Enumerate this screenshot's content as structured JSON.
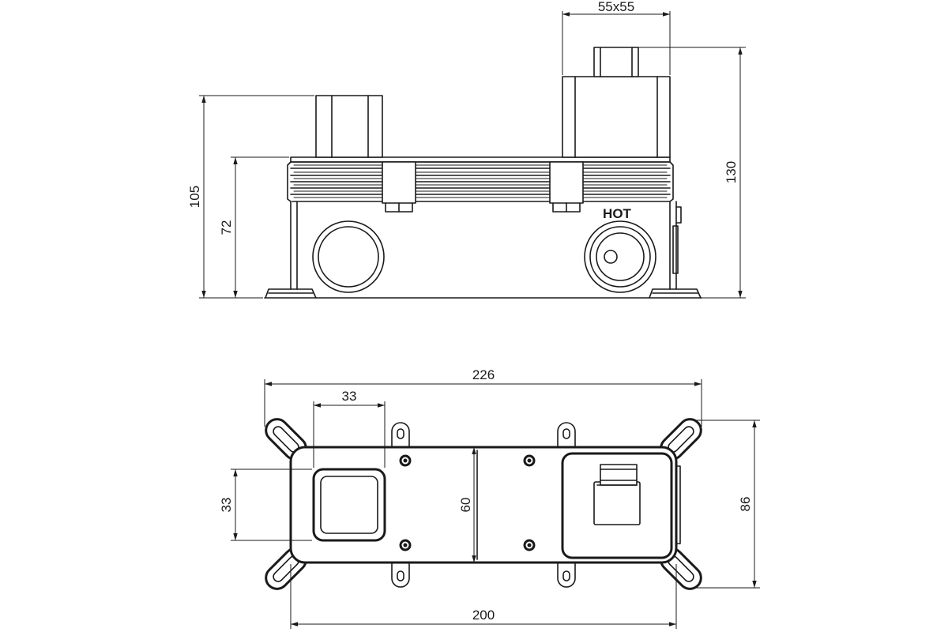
{
  "front_view": {
    "label_hot": "HOT",
    "dim_width_square": "55x55",
    "dim_total_height": "130",
    "dim_height_105": "105",
    "dim_height_72": "72"
  },
  "top_view": {
    "dim_total_width": "226",
    "dim_handle_width": "33",
    "dim_handle_height": "33",
    "dim_body_height": "60",
    "dim_flange_height": "86",
    "dim_body_width": "200"
  }
}
